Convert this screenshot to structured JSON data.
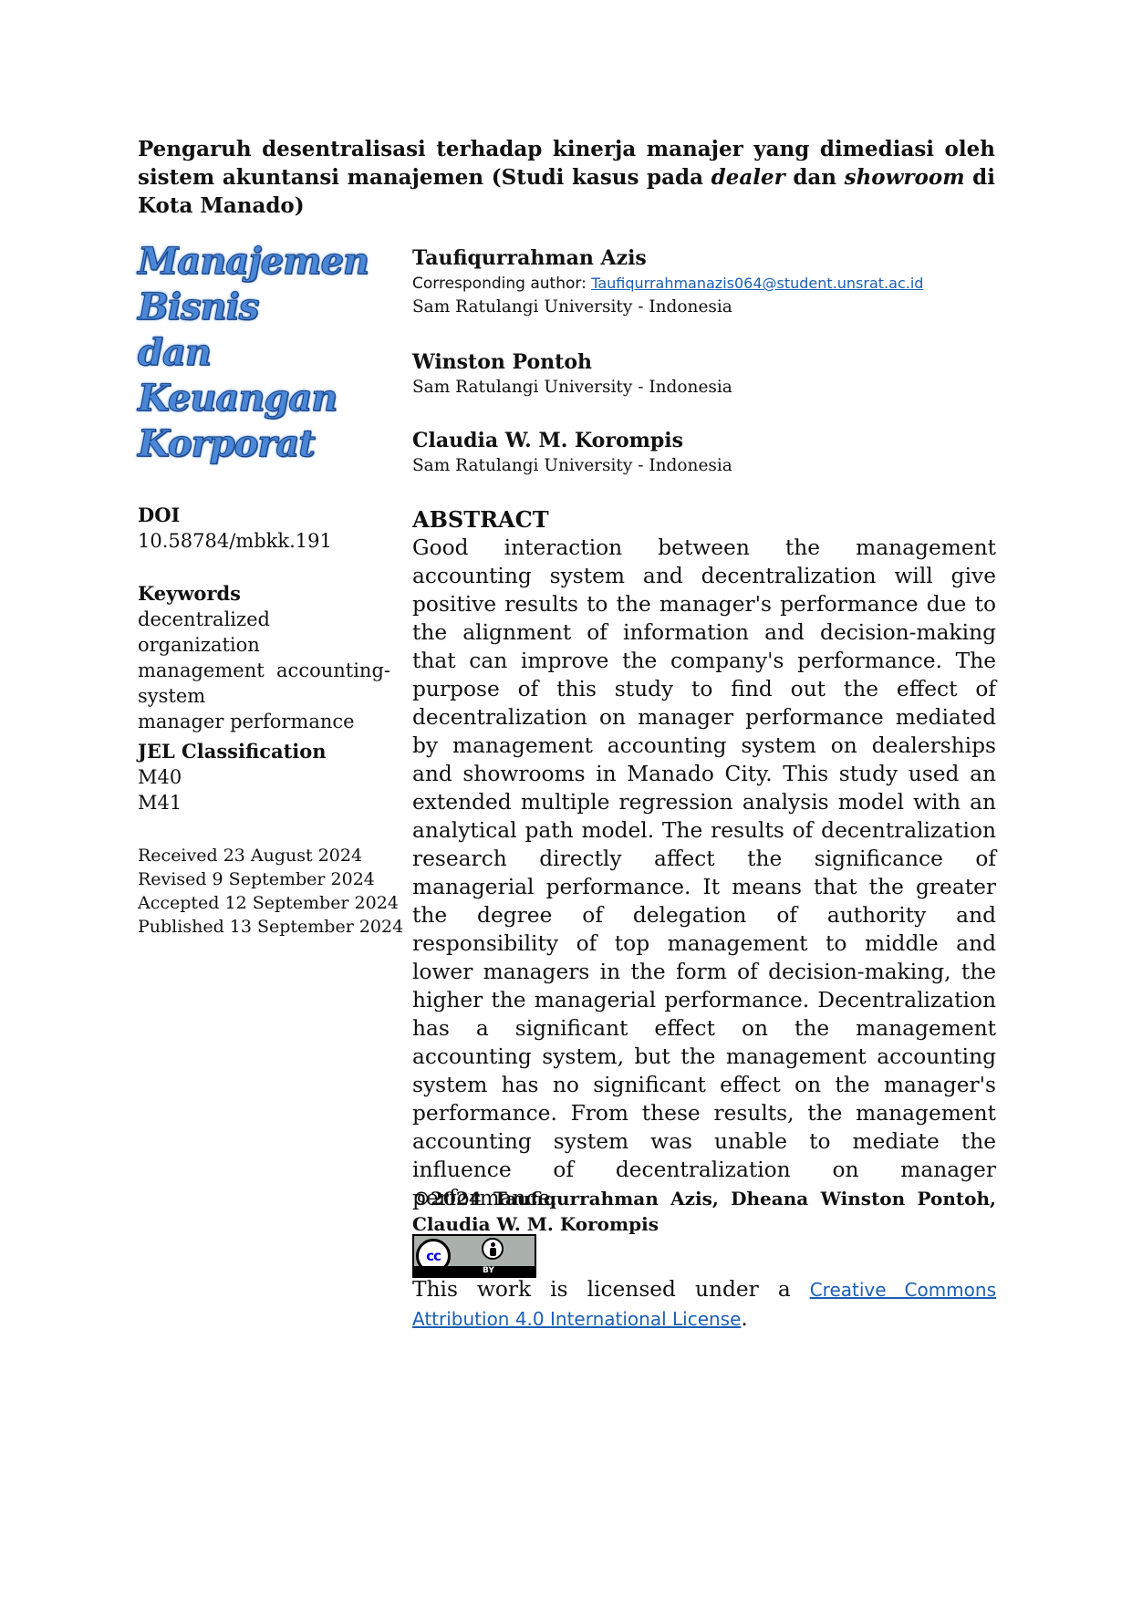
{
  "paper": {
    "title_part1": "Pengaruh desentralisasi terhadap kinerja manajer yang dimediasi oleh sistem akuntansi manajemen (Studi kasus pada ",
    "title_italic1": "dealer",
    "title_part2": " dan ",
    "title_italic2": "showroom",
    "title_part3": " di Kota Manado)"
  },
  "journal_logo": {
    "lines": [
      "Manajemen",
      "Bisnis",
      "dan",
      "Keuangan",
      "Korporat"
    ],
    "color": "#4a87d6"
  },
  "doi": {
    "label": "DOI",
    "value": "10.58784/mbkk.191"
  },
  "keywords": {
    "label": "Keywords",
    "items": [
      "decentralized organization",
      "management accounting-system",
      "manager performance"
    ]
  },
  "jel": {
    "label": "JEL Classification",
    "codes": [
      "M40",
      "M41"
    ]
  },
  "dates": {
    "received": "Received 23 August 2024",
    "revised": "Revised 9 September 2024",
    "accepted": "Accepted 12 September 2024",
    "published": "Published 13 September 2024"
  },
  "authors": [
    {
      "name": "Taufiqurrahman Azis",
      "corresponding_label": "Corresponding author: ",
      "email": "Taufiqurrahmanazis064@student.unsrat.ac.id",
      "affiliation": "Sam Ratulangi University - Indonesia"
    },
    {
      "name": "Winston Pontoh",
      "affiliation": "Sam Ratulangi University - Indonesia"
    },
    {
      "name": "Claudia W. M. Korompis",
      "affiliation": "Sam Ratulangi University - Indonesia"
    }
  ],
  "abstract": {
    "heading": "ABSTRACT",
    "text": "Good interaction between the management accounting system and decentralization will give positive results to the manager's performance due to the alignment of information and decision-making that can improve the company's performance. The purpose of this study to find out the effect of decentralization on manager performance mediated by management accounting system on dealerships and showrooms in Manado City. This study used an extended multiple regression analysis model with an analytical path model. The results of decentralization research directly affect the significance of managerial performance. It means that the greater the degree of delegation of authority and responsibility of top management to middle and lower managers in the form of decision-making, the higher the managerial performance. Decentralization has a significant effect on the management accounting system, but the management accounting system has no significant effect on the manager's performance. From these results, the management accounting system was unable to mediate the influence of decentralization on manager performance."
  },
  "copyright": {
    "text": "©2024 Taufiqurrahman Azis, Dheana Winston Pontoh, Claudia W. M. Korompis"
  },
  "license": {
    "badge_cc": "cc",
    "badge_by": "BY",
    "prefix": "This work is licensed under a ",
    "link_text": "Creative Commons Attribution 4.0 International License",
    "suffix": "."
  }
}
